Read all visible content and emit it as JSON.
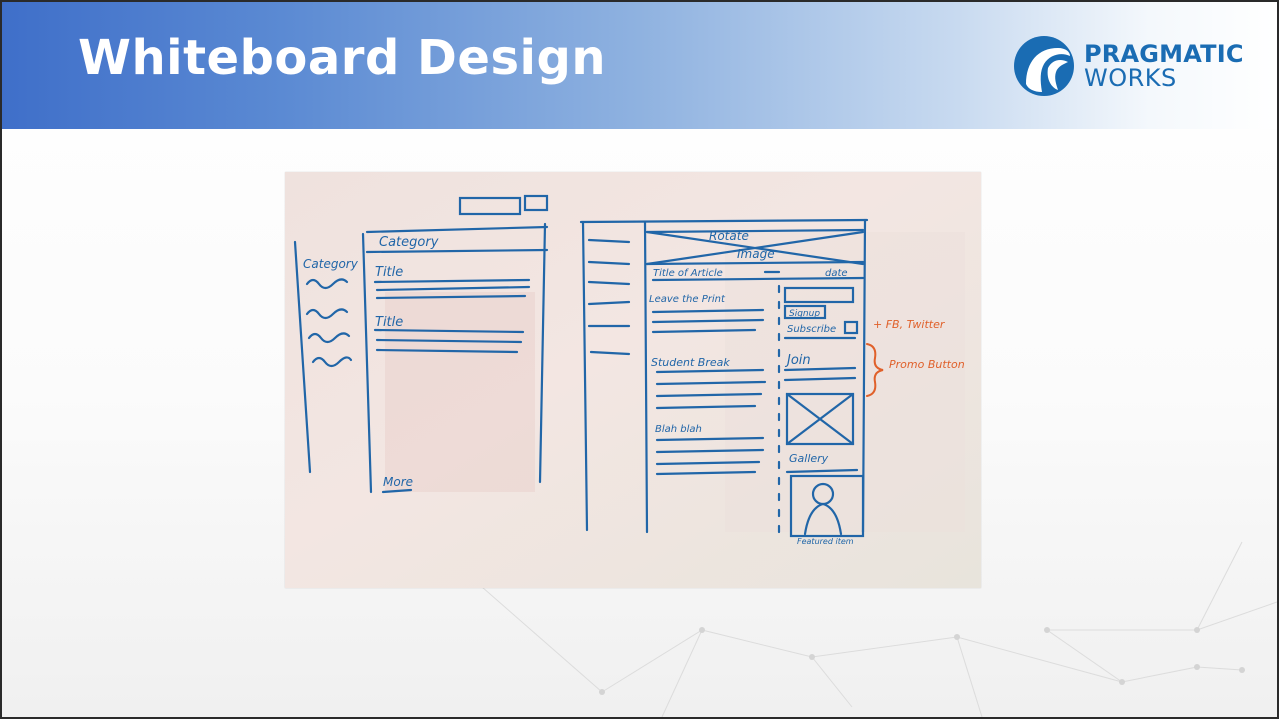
{
  "slide": {
    "title": "Whiteboard Design"
  },
  "logo": {
    "line1": "PRAGMATIC",
    "line2": "WORKS",
    "brand_color": "#1a6cb3"
  },
  "whiteboard": {
    "left_sketch": {
      "sidebar_header": "Category",
      "column_header": "Category",
      "article_titles": [
        "Title",
        "Title"
      ],
      "more_link": "More"
    },
    "right_sketch": {
      "hero_line1": "Rotate",
      "hero_line2": "Image",
      "article_title": "Title of Article",
      "article_date": "date",
      "sections": [
        "Leave the Print",
        "Student Break",
        "Blah blah"
      ],
      "signup": "Signup",
      "subscribe": "Subscribe",
      "join_label": "Join",
      "gallery": "Gallery",
      "featured": "Featured item"
    },
    "annotations": {
      "social": "+ FB, Twitter",
      "promo": "Promo Button"
    },
    "marker_colors": {
      "blue": "#2166a8",
      "orange": "#e0602a"
    }
  }
}
